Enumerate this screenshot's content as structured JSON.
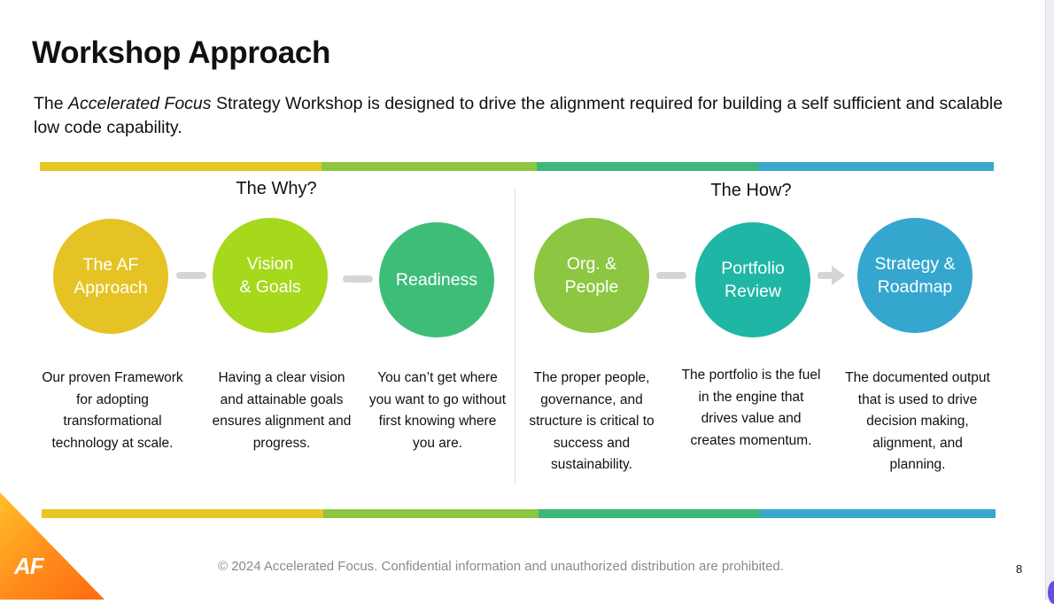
{
  "slide": {
    "title": "Workshop Approach",
    "intro_before": "The ",
    "intro_italic": "Accelerated Focus",
    "intro_after": " Strategy Workshop is designed to drive the alignment required for building a self sufficient and scalable low code capability.",
    "page_number": "8"
  },
  "sections": {
    "why": "The Why?",
    "how": "The How?"
  },
  "steps": [
    {
      "label": "The AF\nApproach",
      "color": "#e6c324",
      "description": "Our proven Framework\nfor adopting\ntransformational\ntechnology at scale."
    },
    {
      "label": "Vision\n& Goals",
      "color": "#a6d81c",
      "description": "Having a clear vision\nand attainable goals\nensures alignment and\nprogress."
    },
    {
      "label": "Readiness",
      "color": "#3ebd79",
      "description": "You can’t get where\nyou want to go without\nfirst knowing where\nyou are."
    },
    {
      "label": "Org. &\nPeople",
      "color": "#8dc641",
      "description": "The proper people,\ngovernance, and\nstructure is critical to\nsuccess and\nsustainability."
    },
    {
      "label": "Portfolio\nReview",
      "color": "#1fb6a5",
      "description": "The portfolio is the fuel\nin the engine that\ndrives value and\ncreates momentum."
    },
    {
      "label": "Strategy &\nRoadmap",
      "color": "#35a7cf",
      "description": "The documented output\nthat is used to drive\ndecision making,\nalignment, and\nplanning."
    }
  ],
  "band_colors": [
    "#e8c623",
    "#8dc641",
    "#3db77a",
    "#3aa7cc"
  ],
  "logo": {
    "text": "AF",
    "colors": [
      "#ffc12a",
      "#ff6a10"
    ]
  },
  "footer": {
    "text": "© 2024 Accelerated Focus. Confidential information and unauthorized distribution are prohibited."
  }
}
